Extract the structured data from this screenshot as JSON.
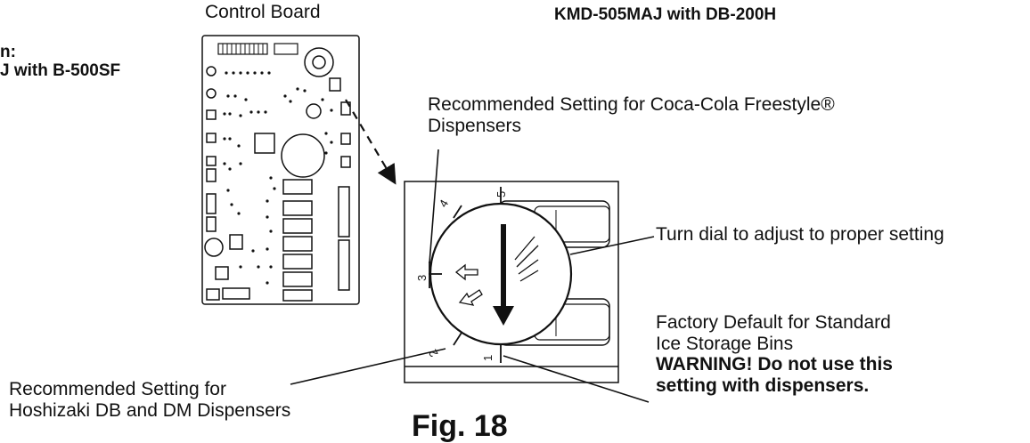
{
  "heading_left": {
    "line1": "n:",
    "line2": "J with B-500SF"
  },
  "heading_right": "KMD-505MAJ with DB-200H",
  "control_board_label": "Control Board",
  "callouts": {
    "coca_cola": {
      "line1": "Recommended Setting for Coca-Cola Freestyle®",
      "line2": "Dispensers"
    },
    "turn_dial": "Turn dial to adjust to proper setting",
    "factory_default": {
      "line1": "Factory Default for Standard",
      "line2": "Ice Storage Bins",
      "warning1": "WARNING! Do not use this",
      "warning2": "setting with dispensers."
    },
    "hoshizaki": {
      "line1": "Recommended Setting for",
      "line2": "Hoshizaki DB and DM Dispensers"
    }
  },
  "dial_marks": [
    "1",
    "2",
    "3",
    "4",
    "5"
  ],
  "figure_label": "Fig. 18"
}
